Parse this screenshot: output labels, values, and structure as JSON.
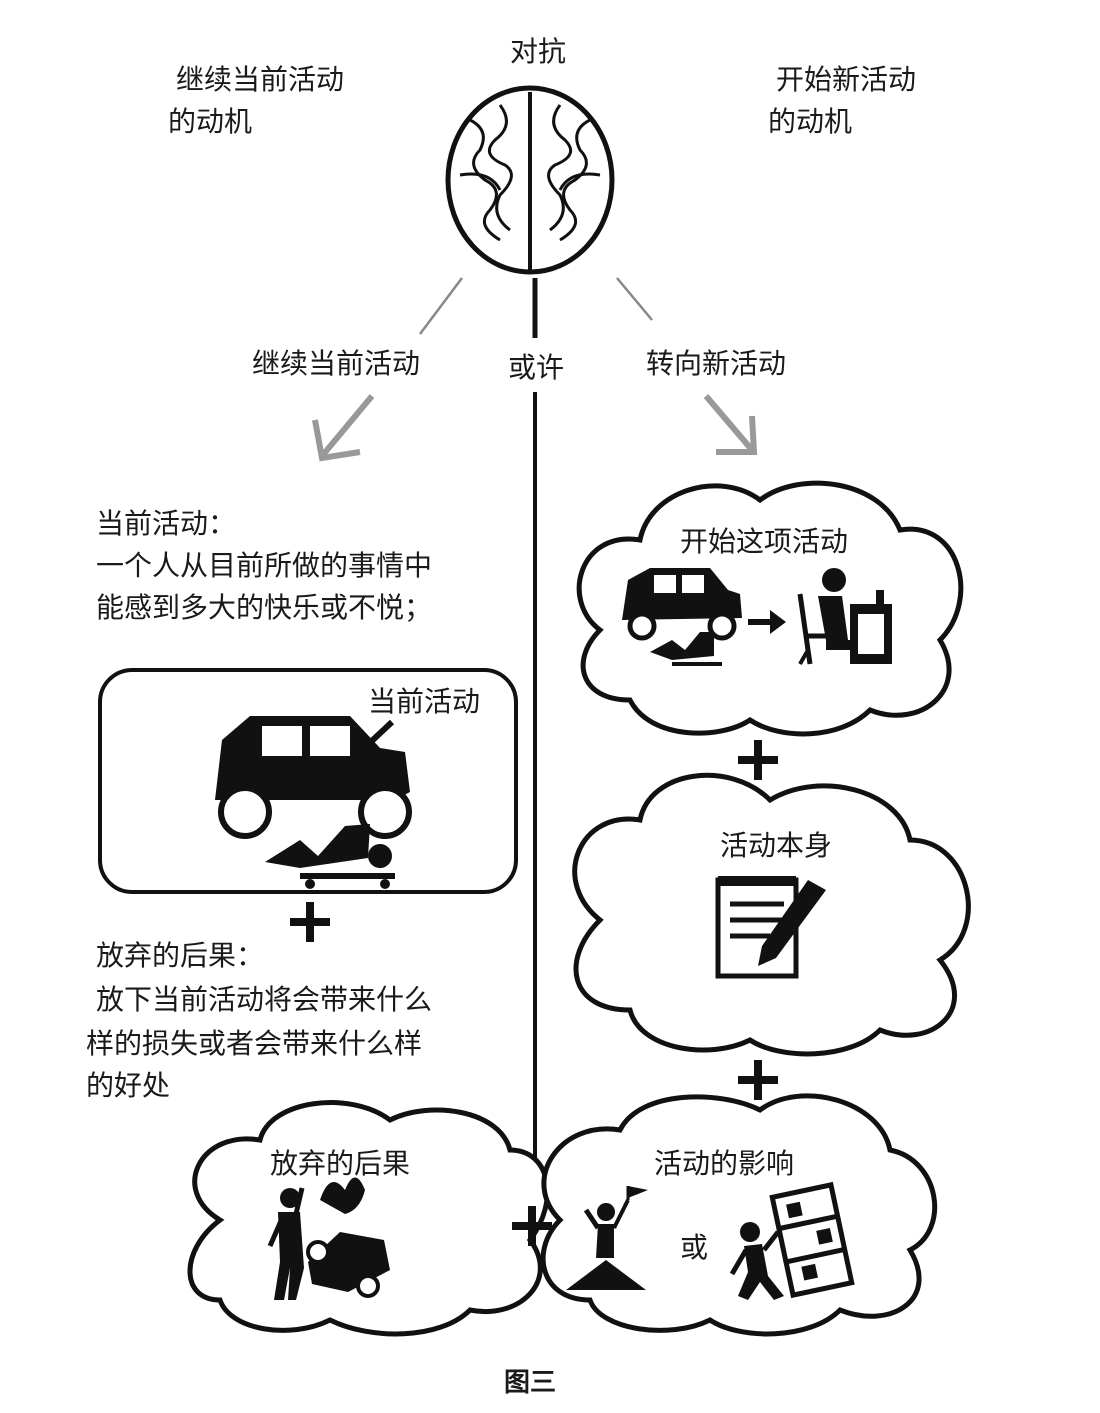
{
  "top": {
    "conflict": "对抗",
    "left_motive": [
      "继续当前活动",
      "的动机"
    ],
    "right_motive": [
      "开始新活动",
      "的动机"
    ]
  },
  "branches": {
    "left": "继续当前活动",
    "middle": "或许",
    "right": "转向新活动"
  },
  "left_column": {
    "current_activity_desc": [
      "当前活动：",
      "一个人从目前所做的事情中",
      "能感到多大的快乐或不悦；"
    ],
    "current_box_title": "当前活动",
    "plus": "+",
    "quit_consequence_desc": [
      "放弃的后果：",
      "放下当前活动将会带来什么",
      "样的损失或者会带来什么样",
      "的好处"
    ]
  },
  "right_column": {
    "start_cloud_title": "开始这项活动",
    "itself_cloud_title": "活动本身",
    "plus_1": "+",
    "plus_2": "+"
  },
  "bottom": {
    "quit_cloud_title": "放弃的后果",
    "effect_cloud_title": "活动的影响",
    "plus": "+",
    "or": "或"
  },
  "icons": {
    "brain": "brain-icon",
    "car_repair": "car-repair-icon",
    "desk_work": "person-at-desk-icon",
    "notepad": "notepad-pencil-icon",
    "car_fire": "burning-car-icon",
    "success": "summit-flag-icon",
    "failure": "falling-shelf-icon"
  },
  "figure_caption": "图三"
}
